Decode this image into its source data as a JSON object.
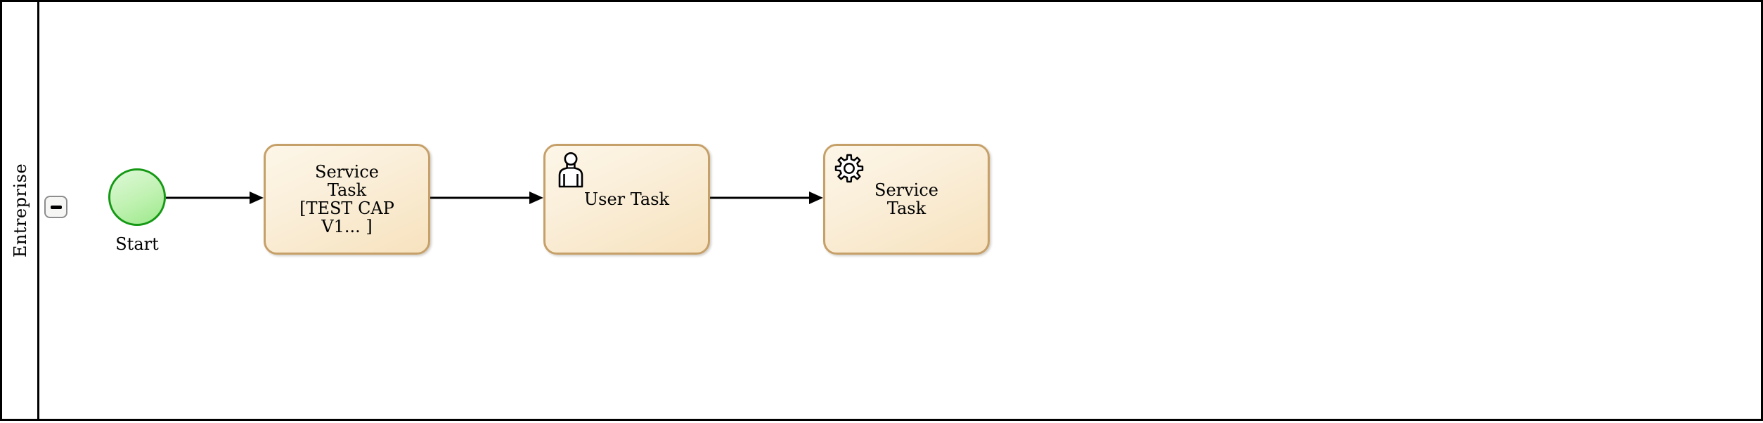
{
  "lane": {
    "label": "Entreprise"
  },
  "collapse_button": {
    "icon": "minus-icon",
    "state": "expanded"
  },
  "start_event": {
    "label": "Start"
  },
  "tasks": [
    {
      "id": "service-task-1",
      "icon": "none",
      "lines": [
        "Service",
        "Task",
        "[TEST CAP",
        "V1... ]"
      ]
    },
    {
      "id": "user-task",
      "icon": "user-icon",
      "lines": [
        "User Task"
      ]
    },
    {
      "id": "service-task-2",
      "icon": "gear-icon",
      "lines": [
        "Service",
        "Task"
      ]
    }
  ],
  "flows": [
    {
      "from": "start-event",
      "to": "service-task-1"
    },
    {
      "from": "service-task-1",
      "to": "user-task"
    },
    {
      "from": "user-task",
      "to": "service-task-2"
    }
  ],
  "colors": {
    "task_fill_top": "#fdf6e8",
    "task_fill_bottom": "#f7e2be",
    "task_border": "#c6a069",
    "event_fill_top": "#dff8d8",
    "event_fill_bottom": "#9ce98b",
    "event_border": "#159915",
    "arrow": "#000000",
    "lane_border": "#000000"
  }
}
